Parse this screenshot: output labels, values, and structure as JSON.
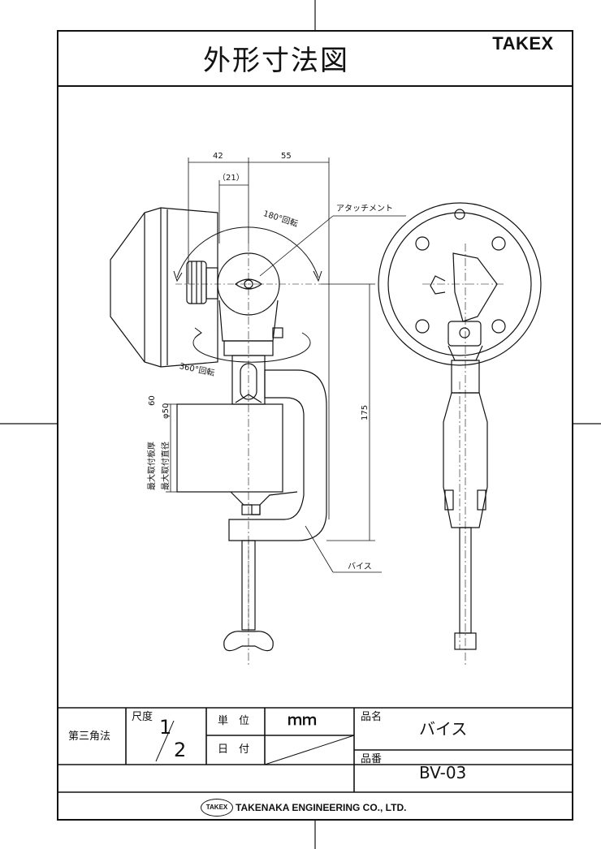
{
  "sheet": {
    "title": "外形寸法図",
    "brand": "TAKEX"
  },
  "drawing": {
    "dim_42": "42",
    "dim_55": "55",
    "dim_21": "（21）",
    "rotate_180": "180°回転",
    "rotate_360": "360°回転",
    "label_attachment": "アタッチメント",
    "label_vise": "バイス",
    "dim_175": "175",
    "dim_60": "60",
    "dim_phi50": "φ50",
    "label_max_plate": "最大取付板厚",
    "label_max_diameter": "最大取付直径"
  },
  "title_block": {
    "projection": "第三角法",
    "scale_label": "尺度",
    "scale_num": "1",
    "scale_den": "2",
    "unit_label": "単　位",
    "unit_value": "ｍｍ",
    "date_label": "日　付",
    "name_label": "品名",
    "name_value": "バイス",
    "number_label": "品番",
    "number_value": "BV-03"
  },
  "footer": {
    "logo_text": "TAKEX",
    "company": "TAKENAKA ENGINEERING CO., LTD."
  }
}
